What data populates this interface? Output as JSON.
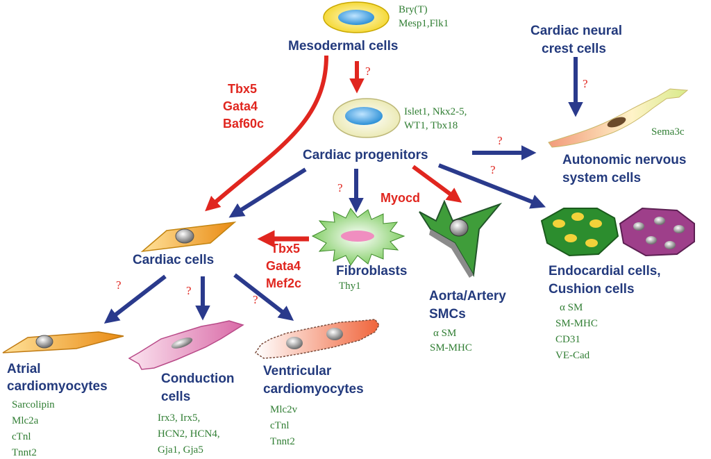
{
  "colors": {
    "title": "#233a7d",
    "marker": "#2f7d32",
    "factor": "#e0261f",
    "arrow_blue": "#2a3a8c",
    "arrow_red": "#e0261f"
  },
  "cells": {
    "mesodermal": {
      "label": "Mesodermal cells",
      "markers": [
        "Bry(T)",
        "Mesp1,Flk1"
      ]
    },
    "progenitors": {
      "label": "Cardiac progenitors",
      "markers": [
        "Islet1, Nkx2-5,",
        "WT1, Tbx18"
      ]
    },
    "neural_crest": {
      "label": [
        "Cardiac neural",
        "crest cells"
      ]
    },
    "autonomic": {
      "label": [
        "Autonomic nervous",
        "system cells"
      ],
      "markers": [
        "Sema3c"
      ]
    },
    "cardiac": {
      "label": "Cardiac cells"
    },
    "fibroblasts": {
      "label": "Fibroblasts",
      "markers": [
        "Thy1"
      ]
    },
    "smc": {
      "label": [
        "Aorta/Artery",
        "SMCs"
      ],
      "markers": [
        "α SM",
        "SM-MHC"
      ]
    },
    "endocardial": {
      "label": [
        "Endocardial cells,",
        "Cushion cells"
      ],
      "markers": [
        "α SM",
        "SM-MHC",
        "CD31",
        "VE-Cad"
      ]
    },
    "atrial": {
      "label": [
        "Atrial",
        "cardiomyocytes"
      ],
      "markers": [
        "Sarcolipin",
        "Mlc2a",
        "cTnl",
        "Tnnt2"
      ]
    },
    "conduction": {
      "label": [
        "Conduction",
        "cells"
      ],
      "markers": [
        "Irx3, Irx5,",
        "HCN2, HCN4,",
        "Gja1, Gja5"
      ]
    },
    "ventricular": {
      "label": [
        "Ventricular",
        "cardiomyocytes"
      ],
      "markers": [
        "Mlc2v",
        "cTnl",
        "Tnnt2"
      ]
    }
  },
  "factors": {
    "direct": [
      "Tbx5",
      "Gata4",
      "Baf60c"
    ],
    "fibro": [
      "Tbx5",
      "Gata4",
      "Mef2c"
    ],
    "myocd": "Myocd"
  },
  "unknown_mark": "?"
}
